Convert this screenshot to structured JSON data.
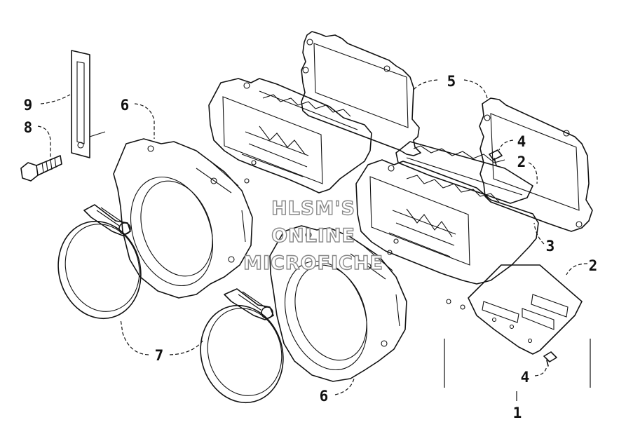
{
  "watermark": {
    "line1": "HLSM'S",
    "line2": "ONLINE",
    "line3": "MICROFICHE"
  },
  "callouts": [
    {
      "id": "9",
      "text": "9"
    },
    {
      "id": "8",
      "text": "8"
    },
    {
      "id": "6a",
      "text": "6"
    },
    {
      "id": "5",
      "text": "5"
    },
    {
      "id": "4a",
      "text": "4"
    },
    {
      "id": "2a",
      "text": "2"
    },
    {
      "id": "3",
      "text": "3"
    },
    {
      "id": "2b",
      "text": "2"
    },
    {
      "id": "7",
      "text": "7"
    },
    {
      "id": "6b",
      "text": "6"
    },
    {
      "id": "4b",
      "text": "4"
    },
    {
      "id": "1",
      "text": "1"
    }
  ]
}
